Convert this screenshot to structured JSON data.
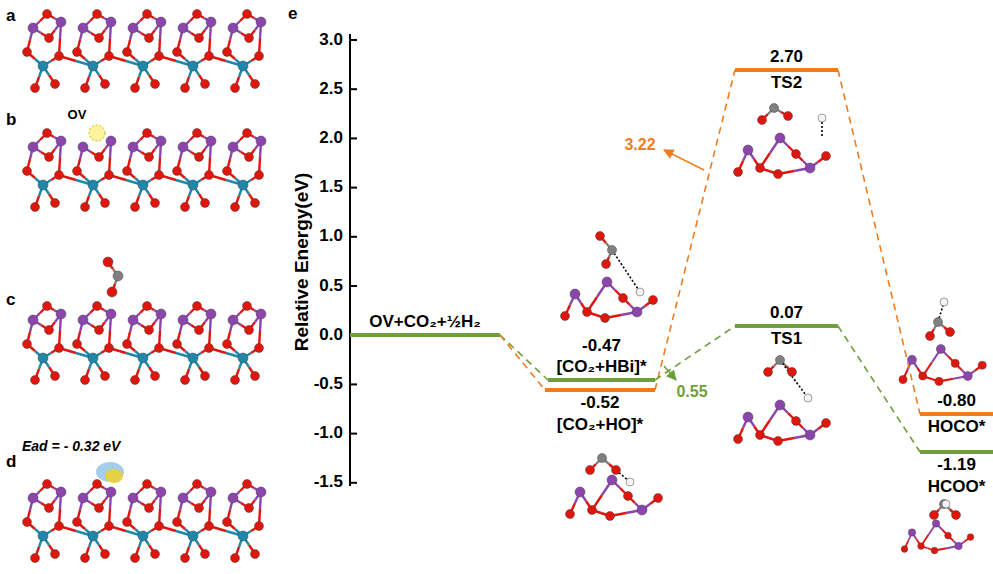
{
  "diagram": {
    "nodes": [
      {
        "text": [
          "OV+CO₂+½H₂"
        ]
      },
      {
        "text": [
          "-0.47",
          "[CO₂+HBi]*"
        ]
      },
      {
        "text": [
          "-0.52",
          "[CO₂+HO]*"
        ]
      },
      {
        "text": [
          "2.70",
          "TS2"
        ]
      },
      {
        "text": [
          "0.07",
          "TS1"
        ]
      },
      {
        "text": [
          "-0.80",
          "HOCO*"
        ]
      },
      {
        "text": [
          "-1.19",
          "HCOO*"
        ]
      }
    ],
    "edges": [
      {
        "from": 0,
        "to": 1,
        "arrow": "none"
      },
      {
        "from": 0,
        "to": 2,
        "arrow": "none"
      },
      {
        "from": 2,
        "to": 3,
        "arrow": "none"
      },
      {
        "from": 1,
        "to": 4,
        "arrow": "none"
      },
      {
        "from": 3,
        "to": 5,
        "arrow": "none"
      },
      {
        "from": 4,
        "to": 6,
        "arrow": "none"
      }
    ],
    "labels": [
      "a",
      "b",
      "c",
      "d",
      "e",
      "OV",
      "Ead = - 0.32 eV",
      "3.0",
      "2.5",
      "2.0",
      "1.5",
      "1.0",
      "0.5",
      "0.0",
      "-0.5",
      "-1.0",
      "-1.5",
      "Relative Energy(eV)",
      "3.22",
      "0.55"
    ]
  }
}
